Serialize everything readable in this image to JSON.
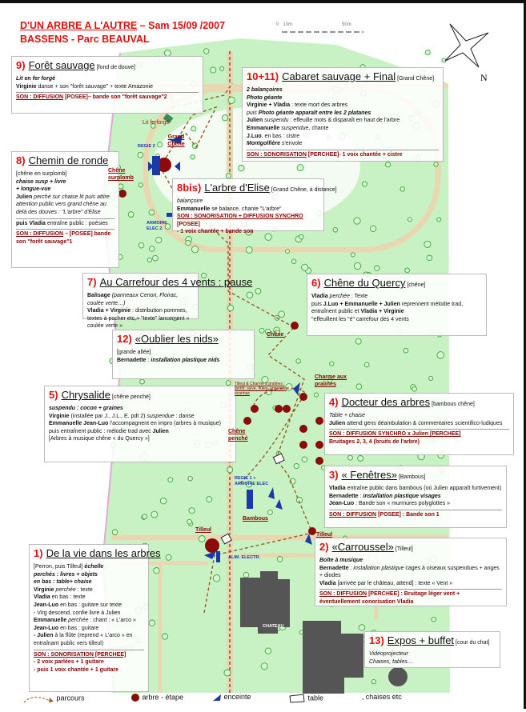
{
  "title": {
    "line1_main": "D'UN ARBRE A L'AUTRE",
    "line1_date": " – Sam 15/09 /2007",
    "line2": "BASSENS - Parc BEAUVAL"
  },
  "scale": {
    "labels": [
      "0",
      "10m",
      "50m"
    ]
  },
  "north": "N",
  "colors": {
    "park": "#c9f2c4",
    "road": "#e8d7b0",
    "accent": "#e01010",
    "sound": "#8b0000",
    "tree": "#8b0a0a",
    "speaker": "#1a3aa8"
  },
  "boxes": [
    {
      "id": "9",
      "num": "9)",
      "title": "Forêt sauvage",
      "note": "[fond de douve]",
      "lines": [
        [
          [
            "bi",
            "Lit en fer forgé"
          ]
        ],
        [
          [
            "b",
            "Virginie"
          ],
          [
            "n",
            " danse + son \"forêt sauvage\" + texte Amazonie"
          ]
        ],
        {
          "sep": true,
          "segs": [
            [
              "ru",
              "SON : DIFFUSION"
            ],
            [
              "r",
              " [POSEE]– bande son \"forêt sauvage\"2"
            ]
          ]
        }
      ]
    },
    {
      "id": "10",
      "num": "10+11)",
      "title": "Cabaret sauvage + Final",
      "note": "[Grand Chêne]",
      "lines": [
        [
          [
            "bi",
            "2 balançoires"
          ]
        ],
        [
          [
            "bi",
            "Photo géante"
          ]
        ],
        [
          [
            "b",
            "Virginie + Vladia"
          ],
          [
            "n",
            " : texte mort des arbres"
          ]
        ],
        [
          [
            "i",
            "puis "
          ],
          [
            "bi",
            "Photo géante apparaît entre les 2 platanes"
          ]
        ],
        [
          [
            "b",
            "Julien"
          ],
          [
            "i",
            " suspendu"
          ],
          [
            "n",
            " : effeuille mots & disparaît en haut de l'arbre"
          ]
        ],
        [
          [
            "b",
            "Emmanuelle"
          ],
          [
            "i",
            " suspendue"
          ],
          [
            "n",
            ", chante"
          ]
        ],
        [
          [
            "b",
            "J.Luo"
          ],
          [
            "n",
            ", en bas : cistre"
          ]
        ],
        [
          [
            "bi",
            "Montgolfière"
          ],
          [
            "n",
            " s'envole"
          ]
        ],
        {
          "sep": true,
          "segs": [
            [
              "ru",
              "SON : SONORISATION"
            ],
            [
              "r",
              " [PERCHEE]- 1 voix chantée + cistre"
            ]
          ]
        }
      ]
    },
    {
      "id": "8",
      "num": "8)",
      "title": "Chemin de ronde",
      "note": "",
      "lines": [
        [
          [
            "n",
            "[chêne en surplomb]"
          ]
        ],
        [
          [
            "bi",
            "chaise susp + livre"
          ]
        ],
        [
          [
            "bi",
            "+ longue-vue"
          ]
        ],
        [
          [
            "b",
            "Julien"
          ],
          [
            "i",
            " perché sur chaise lit puis attire attention public vers grand chêne au delà des douves : \"L'arbre\" d'Elise"
          ]
        ],
        {
          "sep": true,
          "segs": [
            [
              "b",
              "puis Vladia"
            ],
            [
              "n",
              " entraîne public : poésies"
            ]
          ]
        },
        {
          "sep": true,
          "segs": [
            [
              "ru",
              "SON : DIFFUSION"
            ],
            [
              "r",
              " – [POSEE] bande son \"forêt sauvage\"1"
            ]
          ]
        }
      ]
    },
    {
      "id": "8bis",
      "num": "8bis)",
      "title": "L'arbre d'Elise",
      "note": "[Grand Chêne, à distance]",
      "lines": [
        [
          [
            "i",
            "balançoire"
          ]
        ],
        [
          [
            "b",
            "Emmanuelle"
          ],
          [
            "n",
            " se balance, chante \"L'arbre\""
          ]
        ],
        [
          [
            "ru",
            "SON : SONORISATION + DIFFUSION SYNCHRO"
          ],
          [
            "r",
            " [POSEE]"
          ]
        ],
        [
          [
            "r",
            "- 1 voix chantée + bande son"
          ]
        ]
      ]
    },
    {
      "id": "7",
      "num": "7)",
      "title": "Au Carrefour des 4 vents : pause",
      "note": "",
      "lines": [
        [
          [
            "b",
            "Balisage"
          ],
          [
            "i",
            " (panneaux Cenon, Floirac, coulée verte…)"
          ]
        ],
        [
          [
            "b",
            "Vladia + Virginie"
          ],
          [
            "n",
            " : distribution pommes, textes à pocher etc + \"texte\" lancement « coulée verte »"
          ]
        ]
      ]
    },
    {
      "id": "12",
      "num": "12)",
      "title": "«Oublier les nids»",
      "note": "",
      "lines": [
        [
          [
            "n",
            "[grande allée]"
          ]
        ],
        [
          [
            "b",
            "Bernadette"
          ],
          [
            "n",
            " : "
          ],
          [
            "bi",
            "installation plastique nids"
          ]
        ]
      ]
    },
    {
      "id": "6",
      "num": "6)",
      "title": "Chêne du Quercy",
      "note": "[chêne]",
      "lines": [
        [
          [
            "b",
            "Vladia"
          ],
          [
            "i",
            " perchée"
          ],
          [
            "n",
            " : Texte"
          ]
        ],
        [
          [
            "n",
            " "
          ]
        ],
        [
          [
            "n",
            "puis "
          ],
          [
            "b",
            "J.Luo + Emmanuelle + Julien"
          ],
          [
            "n",
            " reprennent mélodie trad, entraînent public et "
          ],
          [
            "b",
            "Vladia + Virginie"
          ]
        ],
        [
          [
            "n",
            "\"effeuillent les \"é\"      carrefour des 4 vents"
          ]
        ]
      ]
    },
    {
      "id": "5",
      "num": "5)",
      "title": "Chrysalide",
      "note": "[chêne penché]",
      "lines": [
        [
          [
            "bi",
            "suspendu : cocon + graines"
          ]
        ],
        [
          [
            "b",
            "Virginie"
          ],
          [
            "n",
            " (installée par J., J.L., E. pdt 2) "
          ],
          [
            "i",
            "suspendue"
          ],
          [
            "n",
            " : danse"
          ]
        ],
        [
          [
            "b",
            "Emmanuelle Jean-Luo"
          ],
          [
            "n",
            " l'accompagnent en impro (arbres à musique)"
          ]
        ],
        [
          [
            "n",
            "      puis entraînent public : mélodie trad avec "
          ],
          [
            "b",
            "Julien"
          ]
        ],
        [
          [
            "n",
            "[Arbres à musique        chêne « du Quercy »]"
          ]
        ]
      ]
    },
    {
      "id": "4",
      "num": "4)",
      "title": "Docteur des arbres",
      "note": "[bambous    chêne]",
      "lines": [
        [
          [
            "i",
            "Table + chaise"
          ]
        ],
        [
          [
            "b",
            "Julien"
          ],
          [
            "n",
            " attend gens     déambulation & commentaires scientifico-ludiques"
          ]
        ],
        {
          "sep": true,
          "segs": [
            [
              "ru",
              "SON : DIFFUSION SYNCHRO x Julien [PERCHEE]"
            ]
          ]
        },
        [
          [
            "r",
            "Bruitages 2, 3, 4  (bruits de l'arbre)"
          ]
        ]
      ]
    },
    {
      "id": "3",
      "num": "3)",
      "title": "« Fenêtres»",
      "note": "[Bambous]",
      "lines": [
        [
          [
            "b",
            "      Vladia"
          ],
          [
            "n",
            " entraîne public dans bambous (où Julien apparaît furtivement)"
          ]
        ],
        [
          [
            "b",
            "Bernadette"
          ],
          [
            "n",
            " : "
          ],
          [
            "bi",
            "installation plastique visages"
          ]
        ],
        [
          [
            "b",
            "Jean-Luo"
          ],
          [
            "n",
            " : Bande son « murmures polyglottes »"
          ]
        ],
        {
          "sep": true,
          "segs": [
            [
              "ru",
              "SON : DIFFUSION"
            ],
            [
              "r",
              " [POSEE] : Bande son 1"
            ]
          ]
        }
      ]
    },
    {
      "id": "2",
      "num": "2)",
      "title": "«Carroussel»",
      "note": "[Tilleul]",
      "lines": [
        [
          [
            "bi",
            "Boîte à musique"
          ]
        ],
        [
          [
            "b",
            "Bernadette"
          ],
          [
            "n",
            " : "
          ],
          [
            "i",
            "installation plastique"
          ],
          [
            "n",
            " cages à oiseaux suspendues + anges + diodes"
          ]
        ],
        [
          [
            "b",
            "Vladia"
          ],
          [
            "n",
            " [arrivée par le château, attend] : texte « Vent »"
          ]
        ],
        {
          "sep": true,
          "segs": [
            [
              "ru",
              "SON : DIFFUSION"
            ],
            [
              "r",
              " [PERCHEE] : Bruitage léger vent + éventuellement sonorisation Vladia"
            ]
          ]
        }
      ]
    },
    {
      "id": "1",
      "num": "1)",
      "title": "De la vie dans les arbres",
      "note": "",
      "lines": [
        [
          [
            "n",
            "[Perron, puis Tilleul] "
          ],
          [
            "bi",
            "échelle"
          ]
        ],
        [
          [
            "bi",
            "perchés : livres + objets"
          ]
        ],
        [
          [
            "bi",
            "en bas : table+ chaise"
          ]
        ],
        [
          [
            "b",
            "Virginie"
          ],
          [
            "i",
            " perchée"
          ],
          [
            "n",
            " : texte"
          ]
        ],
        [
          [
            "b",
            "Vladia"
          ],
          [
            "n",
            " en bas : texte"
          ]
        ],
        [
          [
            "b",
            "Jean-Luo"
          ],
          [
            "n",
            " en bas : guitare sur texte"
          ]
        ],
        [
          [
            "n",
            "- Virg descend, confie livre à Julien"
          ]
        ],
        [
          [
            "n",
            " "
          ]
        ],
        [
          [
            "b",
            "Emmanuelle"
          ],
          [
            "i",
            " perchée"
          ],
          [
            "n",
            " : chant : « L'arco »"
          ]
        ],
        [
          [
            "b",
            "Jean-Luo"
          ],
          [
            "n",
            " en bas : guitare"
          ]
        ],
        [
          [
            "n",
            " "
          ]
        ],
        [
          [
            "b",
            "- Julien"
          ],
          [
            "n",
            " à la flûte (reprend « L'arco » en entraînant public vers tilleul)"
          ]
        ],
        {
          "sep": true,
          "segs": [
            [
              "ru",
              "SON : SONORISATION [PERCHEE]"
            ]
          ]
        },
        [
          [
            "r",
            "- 2 voix parlées + 1 guitare"
          ]
        ],
        [
          [
            "r",
            "- puis 1 voix chantée + 1 guitare"
          ]
        ]
      ]
    },
    {
      "id": "13",
      "num": "13)",
      "title": "Expos + buffet",
      "note": "[cour du chat]",
      "lines": [
        [
          [
            "i",
            "Vidéoprojecteur"
          ]
        ],
        [
          [
            "i",
            "Chaises, tables…"
          ]
        ]
      ]
    }
  ],
  "map_labels": {
    "lit": "Lit ferforgé",
    "grand_chene": "Grand Chêne",
    "chene_surplomb": "Chêne surplomb",
    "chene": "Chêne",
    "tilleul_charme": "Tilleul & Charme à pralines : tantôt, sylve, flûtes, appeaux, ocarinas",
    "charme": "Charme aux pralines",
    "chene_penche": "Chêne penché",
    "bambous": "Bambous",
    "tilleul_1": "Tilleul",
    "tilleul_2": "Tilleul",
    "regie2": "REGIE 2",
    "armoire2": "ARMOIRE ELEC 2.",
    "regie1": "REGIE 1 + ARMOIRE ELEC",
    "alim": "ALIM. ELECTR.",
    "chateau": "CHATEAU"
  },
  "legend": [
    {
      "icon": "path-arrow",
      "label": "parcours"
    },
    {
      "icon": "tree-dot",
      "label": "arbre - étape"
    },
    {
      "icon": "speaker-triangle",
      "label": "enceinte"
    },
    {
      "icon": "table-rect",
      "label": "table"
    },
    {
      "icon": "chair-glyph",
      "label": "chaises etc"
    }
  ]
}
